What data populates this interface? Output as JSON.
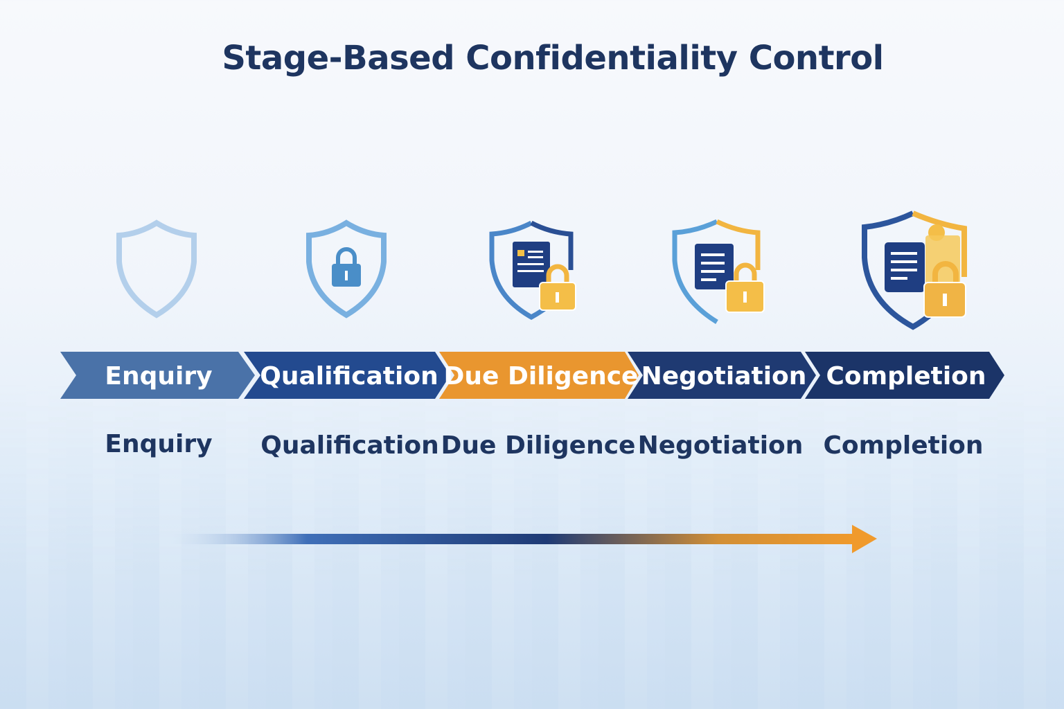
{
  "title": "Stage-Based Confidentiality Control",
  "stages": [
    {
      "label": "Enquiry",
      "caption": "Enquiry",
      "icon": "empty-shield-icon",
      "color": "#4a72a8"
    },
    {
      "label": "Qualification",
      "caption": "Qualification",
      "icon": "shield-lock-icon",
      "color": "#234a8f"
    },
    {
      "label": "Due Diligence",
      "caption": "Due Diligence",
      "icon": "shield-document-lock-icon",
      "color": "#e9962f"
    },
    {
      "label": "Negotiation",
      "caption": "Negotiation",
      "icon": "shield-document-lock-icon",
      "color": "#1f3a72"
    },
    {
      "label": "Completion",
      "caption": "Completion",
      "icon": "shield-documents-lock-icon",
      "color": "#1b3468"
    }
  ],
  "colors": {
    "navy": "#1e3560",
    "gold": "#f2b540",
    "light_blue": "#a9c8e8"
  }
}
